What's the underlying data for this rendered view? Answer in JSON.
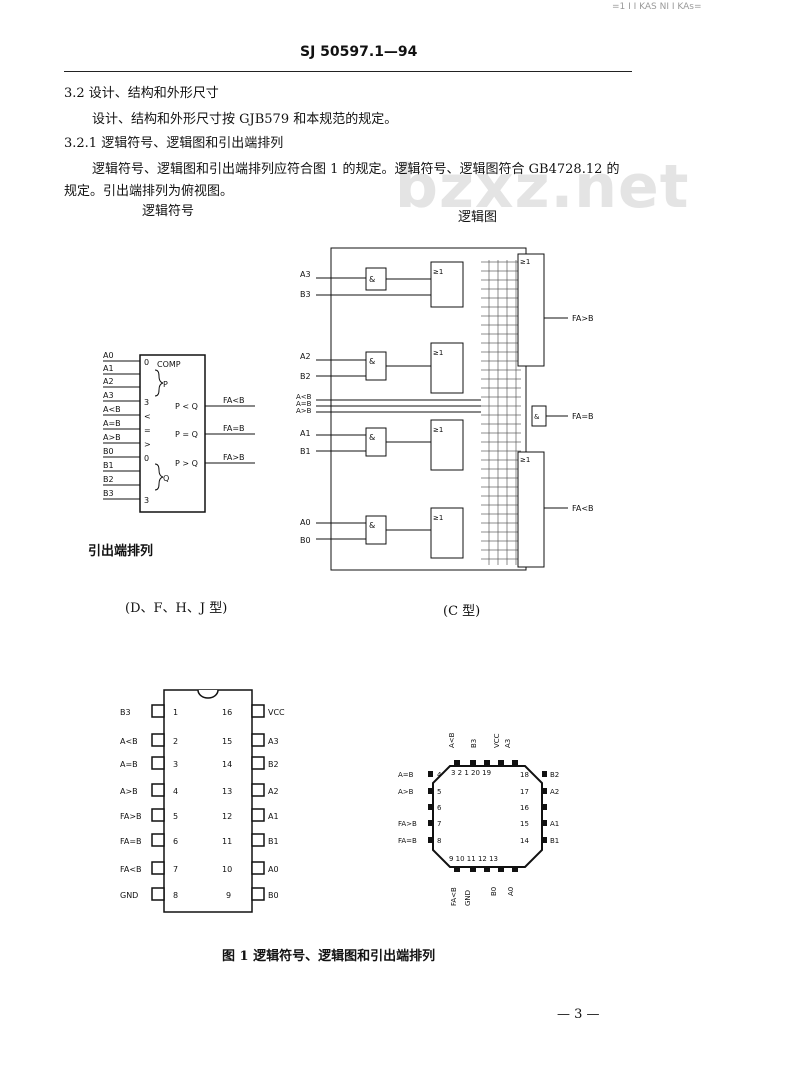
{
  "page": {
    "stamp": "=1 I I KAS NI I KAs=",
    "header": "SJ 50597.1—94",
    "watermark": "bzxz.net",
    "s32_title": "3.2  设计、结构和外形尺寸",
    "s32_body": "设计、结构和外形尺寸按 GJB579 和本规范的规定。",
    "s321_title": "3.2.1  逻辑符号、逻辑图和引出端排列",
    "s321_body1": "逻辑符号、逻辑图和引出端排列应符合图 1 的规定。逻辑符号、逻辑图符合 GB4728.12 的",
    "s321_body2": "规定。引出端排列为俯视图。",
    "lbl_symbol": "逻辑符号",
    "lbl_diagram": "逻辑图",
    "lbl_pinout": "引出端排列",
    "lbl_dfhj": "(D、F、H、J 型)",
    "lbl_c": "(C 型)",
    "figure_caption": "图 1   逻辑符号、逻辑图和引出端排列",
    "page_number": "— 3 —"
  },
  "symbol": {
    "inputs": [
      "A0",
      "A1",
      "A2",
      "A3",
      "A<B",
      "A=B",
      "A>B",
      "B0",
      "B1",
      "B2",
      "B3"
    ],
    "inner_left": [
      "0",
      "3",
      "<",
      "=",
      ">",
      "0",
      "3"
    ],
    "title": "COMP",
    "group_p": "P",
    "group_q": "Q",
    "inner_right": [
      "P < Q",
      "P = Q",
      "P > Q"
    ],
    "outputs": [
      "FA<B",
      "FA=B",
      "FA>B"
    ]
  },
  "logic": {
    "inputs": [
      "A3",
      "B3",
      "A2",
      "B2",
      "A<B",
      "A=B",
      "A>B",
      "A1",
      "B1",
      "A0",
      "B0"
    ],
    "and_gate": "&",
    "or_gate": "≥1",
    "outputs": [
      "FA>B",
      "FA=B",
      "FA<B"
    ]
  },
  "dip": {
    "left_pins": [
      {
        "num": "1",
        "name": "B3"
      },
      {
        "num": "2",
        "name": "A<B"
      },
      {
        "num": "3",
        "name": "A=B"
      },
      {
        "num": "4",
        "name": "A>B"
      },
      {
        "num": "5",
        "name": "FA>B"
      },
      {
        "num": "6",
        "name": "FA=B"
      },
      {
        "num": "7",
        "name": "FA<B"
      },
      {
        "num": "8",
        "name": "GND"
      }
    ],
    "right_pins": [
      {
        "num": "16",
        "name": "VCC"
      },
      {
        "num": "15",
        "name": "A3"
      },
      {
        "num": "14",
        "name": "B2"
      },
      {
        "num": "13",
        "name": "A2"
      },
      {
        "num": "12",
        "name": "A1"
      },
      {
        "num": "11",
        "name": "B1"
      },
      {
        "num": "10",
        "name": "A0"
      },
      {
        "num": "9",
        "name": "B0"
      }
    ]
  },
  "lcc": {
    "top_labels": [
      "A<B",
      "B3",
      "VCC",
      "A3"
    ],
    "top_nums": "3  2  1  20 19",
    "left_pins": [
      {
        "num": "4",
        "name": "A=B"
      },
      {
        "num": "5",
        "name": "A>B"
      },
      {
        "num": "6",
        "name": ""
      },
      {
        "num": "7",
        "name": "FA>B"
      },
      {
        "num": "8",
        "name": "FA=B"
      }
    ],
    "right_pins": [
      {
        "num": "18",
        "name": "B2"
      },
      {
        "num": "17",
        "name": "A2"
      },
      {
        "num": "16",
        "name": ""
      },
      {
        "num": "15",
        "name": "A1"
      },
      {
        "num": "14",
        "name": "B1"
      }
    ],
    "bottom_nums": "9 10 11 12 13",
    "bottom_labels": [
      "FA<B",
      "GND",
      "B0",
      "A0"
    ]
  }
}
